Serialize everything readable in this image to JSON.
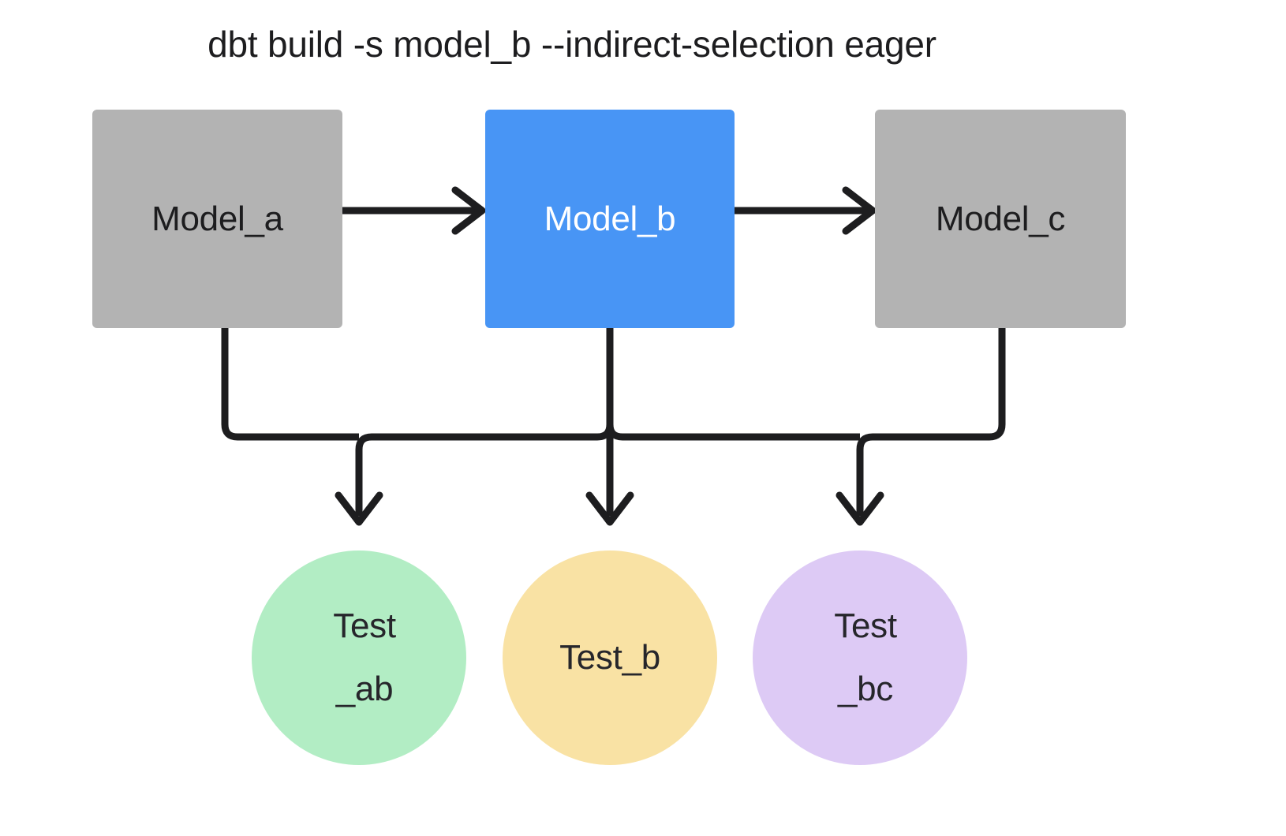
{
  "diagram": {
    "title": "dbt build -s model_b --indirect-selection eager",
    "background": "#ffffff",
    "edge_color": "#1d1d1f",
    "nodes": [
      {
        "id": "model_a",
        "label": "Model_a",
        "shape": "rectangle",
        "fill": "#b3b3b3",
        "text_color": "#1d1d1f",
        "selected": false
      },
      {
        "id": "model_b",
        "label": "Model_b",
        "shape": "rectangle",
        "fill": "#4895f5",
        "text_color": "#ffffff",
        "selected": true
      },
      {
        "id": "model_c",
        "label": "Model_c",
        "shape": "rectangle",
        "fill": "#b3b3b3",
        "text_color": "#1d1d1f",
        "selected": false
      },
      {
        "id": "test_ab",
        "label": "Test\n_ab",
        "shape": "circle",
        "fill": "#b2edc4",
        "text_color": "#26262b",
        "selected": false
      },
      {
        "id": "test_b",
        "label": "Test_b",
        "shape": "circle",
        "fill": "#f9e2a4",
        "text_color": "#26262b",
        "selected": false
      },
      {
        "id": "test_bc",
        "label": "Test\n_bc",
        "shape": "circle",
        "fill": "#ddcaf5",
        "text_color": "#26262b",
        "selected": false
      }
    ],
    "edges": [
      {
        "from": "model_a",
        "to": "model_b",
        "style": "straight-right"
      },
      {
        "from": "model_b",
        "to": "model_c",
        "style": "straight-right"
      },
      {
        "from": "model_a",
        "to": "test_ab",
        "style": "elbow-down"
      },
      {
        "from": "model_b",
        "to": "test_ab",
        "style": "elbow-down"
      },
      {
        "from": "model_b",
        "to": "test_b",
        "style": "straight-down"
      },
      {
        "from": "model_b",
        "to": "test_bc",
        "style": "elbow-down"
      },
      {
        "from": "model_c",
        "to": "test_bc",
        "style": "elbow-down"
      }
    ]
  }
}
